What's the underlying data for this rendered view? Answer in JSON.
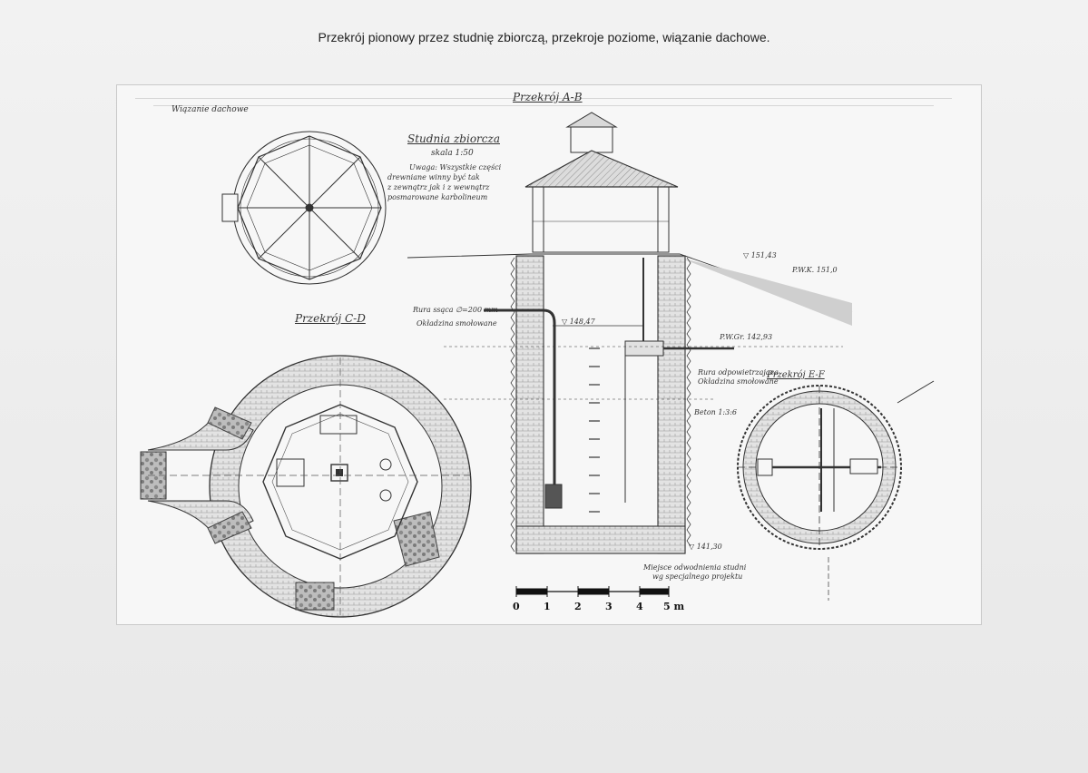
{
  "caption": "Przekrój pionowy przez studnię zbiorczą, przekroje poziome, wiązanie dachowe.",
  "drawing": {
    "roof_label": "Wiązanie dachowe",
    "well_title": "Studnia zbiorcza",
    "scale_text": "skala 1:50",
    "note_lines": [
      "Uwaga: Wszystkie części",
      "drewniane winny być tak",
      "z zewnątrz jak i z wewnątrz",
      "posmarowane karbolineum"
    ],
    "section_ab": "Przekrój A-B",
    "section_cd": "Przekrój C-D",
    "section_ef": "Przekrój E-F",
    "pipe_label": "Rura ssąca ∅=200 mm",
    "sleeves_label": "Okładzina smołowane",
    "overflow_label": "Rura odpowietrzająca",
    "sleeves2_label": "Okładzina smołowane",
    "concrete_label": "Beton 1:3:6",
    "bottom_note_1": "Miejsce odwodnienia studni",
    "bottom_note_2": "wg specjalnego projektu",
    "level_top": "▽ 151,43",
    "level_terrain": "P.W.K. 151,0",
    "level_mid": "P.W.Gr. 142,93",
    "level_148": "▽ 148,47",
    "level_bottom": "▽ 141,30",
    "scale_ticks": [
      "0",
      "1",
      "2",
      "3",
      "4",
      "5 m"
    ]
  }
}
